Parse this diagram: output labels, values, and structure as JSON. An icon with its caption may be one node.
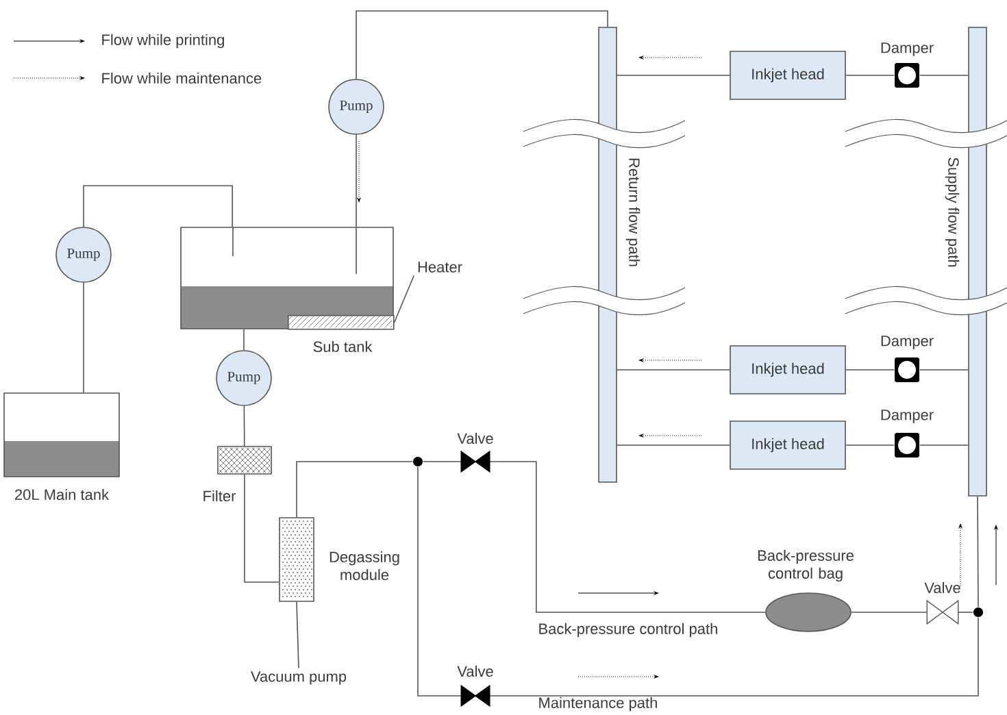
{
  "diagram": {
    "nodes": [
      {
        "text": [
          "Pump"
        ]
      },
      {
        "text": [
          "Pump"
        ]
      },
      {
        "text": [
          "Sub tank"
        ]
      },
      {
        "text": [],
        "shape": "box",
        "in": 2
      },
      {
        "text": [
          "Heater"
        ]
      },
      {
        "text": [
          "Pump"
        ]
      },
      {
        "text": [
          "20L Main tank"
        ]
      },
      {
        "text": [
          "Filter"
        ]
      },
      {
        "text": [
          "Degassing module"
        ]
      },
      {
        "text": [
          "Vacuum pump"
        ]
      },
      {
        "text": [],
        "shape": "circle"
      },
      {
        "text": [
          "Valve"
        ]
      },
      {
        "text": [
          "Valve"
        ]
      },
      {
        "text": [
          "Return flow path"
        ]
      },
      {
        "text": [
          "Supply flow path"
        ]
      },
      {
        "text": [
          "Inkjet head"
        ]
      },
      {
        "text": [
          "Damper"
        ]
      },
      {
        "text": [
          "Inkjet head"
        ]
      },
      {
        "text": [
          "Damper"
        ]
      },
      {
        "text": [
          "Inkjet head"
        ]
      },
      {
        "text": [
          "Damper"
        ]
      },
      {
        "text": [
          "Back-pressure control bag"
        ]
      },
      {
        "text": [
          "Valve"
        ]
      },
      {
        "text": [],
        "shape": "circle"
      }
    ],
    "edges": [
      {
        "from": 13,
        "to": 0,
        "arrow": "none"
      },
      {
        "from": 0,
        "to": 2,
        "arrow": "none"
      },
      {
        "from": 2,
        "to": 1,
        "arrow": "none"
      },
      {
        "from": 1,
        "to": 6,
        "arrow": "none"
      },
      {
        "from": 2,
        "to": 5,
        "arrow": "none"
      },
      {
        "from": 5,
        "to": 7,
        "arrow": "none"
      },
      {
        "from": 7,
        "to": 8,
        "arrow": "none"
      },
      {
        "from": 8,
        "to": 10,
        "arrow": "none"
      },
      {
        "from": 9,
        "to": 8,
        "arrow": "none"
      },
      {
        "from": 10,
        "to": 11,
        "arrow": "none"
      },
      {
        "from": 10,
        "to": 12,
        "arrow": "none"
      },
      {
        "from": 11,
        "to": 21,
        "arrow": "none"
      },
      {
        "from": 21,
        "to": 22,
        "arrow": "none"
      },
      {
        "from": 22,
        "to": 23,
        "arrow": "none"
      },
      {
        "from": 12,
        "to": 23,
        "arrow": "none"
      },
      {
        "from": 23,
        "to": 14,
        "arrow": "none"
      },
      {
        "from": 14,
        "to": 16,
        "arrow": "none"
      },
      {
        "from": 16,
        "to": 15,
        "arrow": "none"
      },
      {
        "from": 15,
        "to": 13,
        "arrow": "none"
      },
      {
        "from": 14,
        "to": 18,
        "arrow": "none"
      },
      {
        "from": 18,
        "to": 17,
        "arrow": "none"
      },
      {
        "from": 17,
        "to": 13,
        "arrow": "none"
      },
      {
        "from": 14,
        "to": 20,
        "arrow": "none"
      },
      {
        "from": 20,
        "to": 19,
        "arrow": "none"
      },
      {
        "from": 19,
        "to": 13,
        "arrow": "none"
      },
      {
        "from": 4,
        "to": 3,
        "arrow": "none"
      }
    ],
    "labels": [
      "Back-pressure control path",
      "Maintenance path"
    ],
    "legend": [
      {
        "text": "Flow while printing"
      },
      {
        "text": "Flow while maintenance"
      }
    ]
  }
}
